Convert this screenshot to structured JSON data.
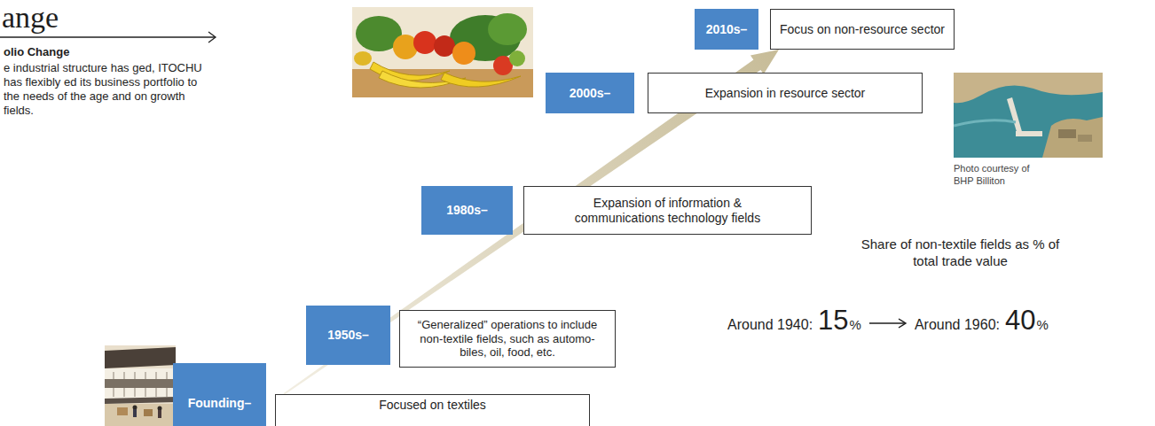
{
  "diagram": {
    "title": "ange",
    "nodes": [
      {
        "text": [
          "2010s–"
        ]
      },
      {
        "text": [
          "Focus on non-resource sector"
        ]
      },
      {
        "text": [
          "2000s–"
        ]
      },
      {
        "text": [
          "Expansion in resource sector"
        ]
      },
      {
        "text": [
          "1980s–"
        ]
      },
      {
        "text": [
          "Expansion of information & communications technology fields"
        ]
      },
      {
        "text": [
          "1950s–"
        ]
      },
      {
        "text": [
          "“Generalized” operations to include non-textile fields, such as automo- biles, oil, food, etc."
        ]
      },
      {
        "text": [
          "Founding–"
        ]
      },
      {
        "text": [
          "Focused on textiles"
        ]
      }
    ],
    "edges": [
      {
        "from": 9,
        "to": 1,
        "arrow": "to"
      }
    ],
    "labels": [
      "olio Change",
      "e industrial structure has ged, ITOCHU has flexibly ed its business portfolio to the needs of the age and on growth fields.",
      "Photo courtesy of BHP Billiton",
      "Share of non-textile fields as % of total trade value",
      "Around 1940:",
      "15",
      "%",
      "Around 1960:",
      "40",
      "%"
    ]
  }
}
